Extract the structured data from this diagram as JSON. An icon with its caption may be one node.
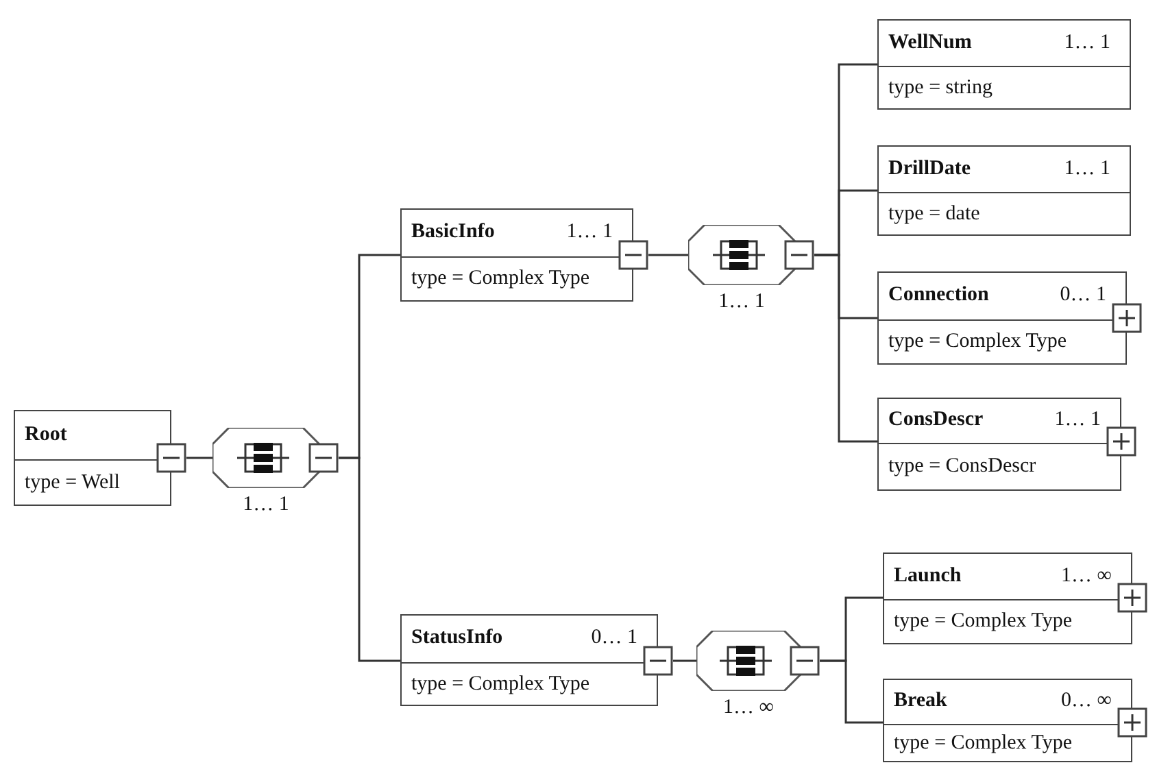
{
  "diagram": {
    "nodes": [
      {
        "text": [
          "Root",
          "type = Well"
        ]
      },
      {
        "text": [],
        "shape": "octagon",
        "beside": [
          "1… 1"
        ]
      },
      {
        "text": [
          "BasicInfo",
          "1… 1",
          "type = Complex Type"
        ]
      },
      {
        "text": [
          "StatusInfo",
          "0… 1",
          "type = Complex Type"
        ]
      },
      {
        "text": [],
        "shape": "octagon",
        "beside": [
          "1… 1"
        ]
      },
      {
        "text": [
          "WellNum",
          "1… 1",
          "type = string"
        ]
      },
      {
        "text": [
          "DrillDate",
          "1… 1",
          "type = date"
        ]
      },
      {
        "text": [
          "Connection",
          "0… 1",
          "type = Complex Type"
        ]
      },
      {
        "text": [
          "ConsDescr",
          "1… 1",
          "type = ConsDescr"
        ]
      },
      {
        "text": [],
        "shape": "octagon",
        "beside": [
          "1… ∞"
        ]
      },
      {
        "text": [
          "Launch",
          "1… ∞",
          "type = Complex Type"
        ]
      },
      {
        "text": [
          "Break",
          "0… ∞",
          "type = Complex Type"
        ]
      }
    ],
    "edges": [
      {
        "from": 0,
        "to": 1,
        "arrow": "none"
      },
      {
        "from": 1,
        "to": 2,
        "arrow": "none"
      },
      {
        "from": 1,
        "to": 3,
        "arrow": "none"
      },
      {
        "from": 2,
        "to": 4,
        "arrow": "none"
      },
      {
        "from": 4,
        "to": 5,
        "arrow": "none"
      },
      {
        "from": 4,
        "to": 6,
        "arrow": "none"
      },
      {
        "from": 4,
        "to": 7,
        "arrow": "none"
      },
      {
        "from": 4,
        "to": 8,
        "arrow": "none"
      },
      {
        "from": 3,
        "to": 9,
        "arrow": "none"
      },
      {
        "from": 9,
        "to": 10,
        "arrow": "none"
      },
      {
        "from": 9,
        "to": 11,
        "arrow": "none"
      }
    ]
  }
}
